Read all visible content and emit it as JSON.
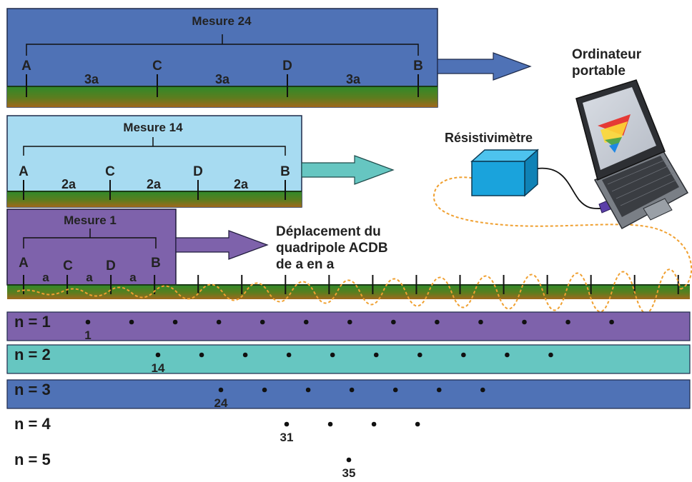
{
  "measures": [
    {
      "title": "Mesure 24",
      "electrodes": [
        "A",
        "C",
        "D",
        "B"
      ],
      "spacings": [
        "3a",
        "3a",
        "3a"
      ],
      "color": "#4f72b6"
    },
    {
      "title": "Mesure 14",
      "electrodes": [
        "A",
        "C",
        "D",
        "B"
      ],
      "spacings": [
        "2a",
        "2a",
        "2a"
      ],
      "color": "#a7dbf1"
    },
    {
      "title": "Mesure 1",
      "electrodes": [
        "A",
        "C",
        "D",
        "B"
      ],
      "spacings": [
        "a",
        "a",
        "a"
      ],
      "color": "#7e62ab"
    }
  ],
  "displacement_text": [
    "Déplacement du",
    "quadripole ACDB",
    "de a en a"
  ],
  "resistivimeter_label": "Résistivimètre",
  "laptop_label": [
    "Ordinateur",
    "portable"
  ],
  "levels": [
    {
      "label": "n = 1",
      "first_number": "1",
      "point_count": 13,
      "color": "#7e62ab"
    },
    {
      "label": "n = 2",
      "first_number": "14",
      "point_count": 10,
      "color": "#66c6c1"
    },
    {
      "label": "n = 3",
      "first_number": "24",
      "point_count": 7,
      "color": "#4f72b6"
    },
    {
      "label": "n = 4",
      "first_number": "31",
      "point_count": 4,
      "color": ""
    },
    {
      "label": "n = 5",
      "first_number": "35",
      "point_count": 1,
      "color": ""
    }
  ],
  "colors": {
    "arrow_blue": "#4f72b6",
    "arrow_teal": "#66c6c1",
    "arrow_purple": "#7e62ab",
    "ground_top": "#2f8a2a",
    "ground_bottom": "#9a6a1a",
    "cable": "#f0a030",
    "resistivimeter": "#1aa3dc"
  }
}
